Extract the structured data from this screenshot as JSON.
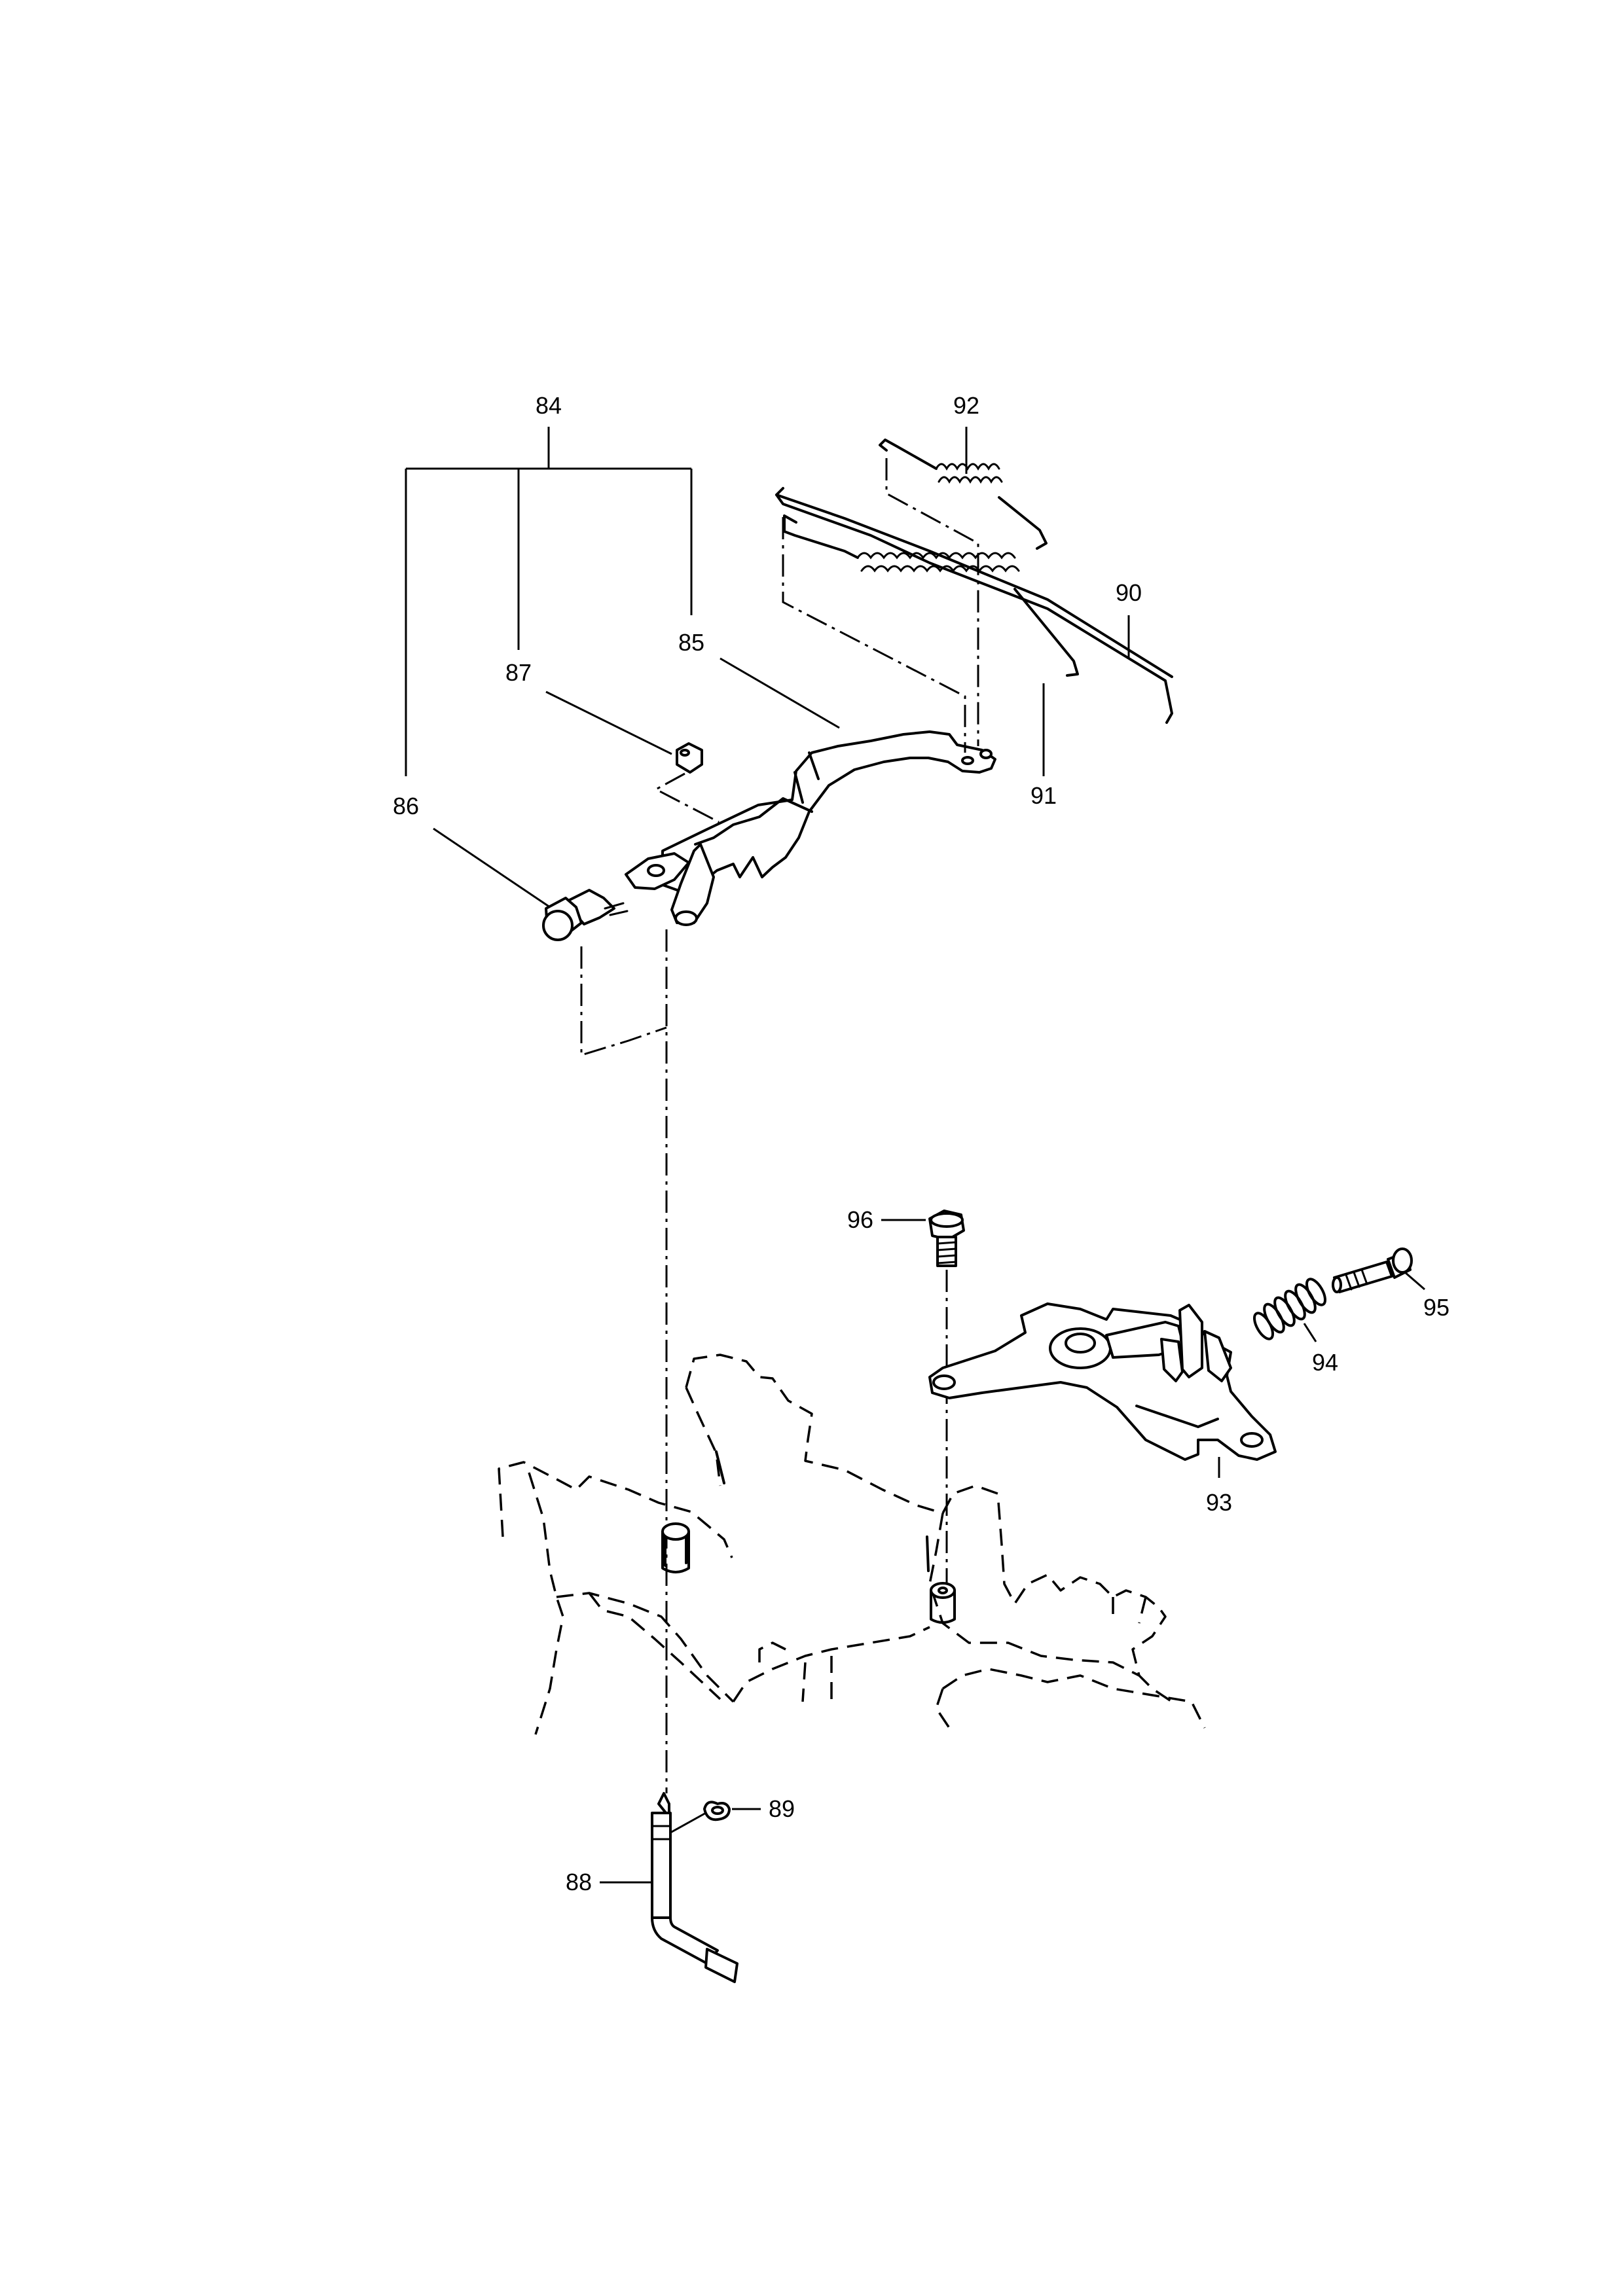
{
  "labels": {
    "p84": "84",
    "p85": "85",
    "p86": "86",
    "p87": "87",
    "p88": "88",
    "p89": "89",
    "p90": "90",
    "p91": "91",
    "p92": "92",
    "p93": "93",
    "p94": "94",
    "p95": "95",
    "p96": "96"
  }
}
